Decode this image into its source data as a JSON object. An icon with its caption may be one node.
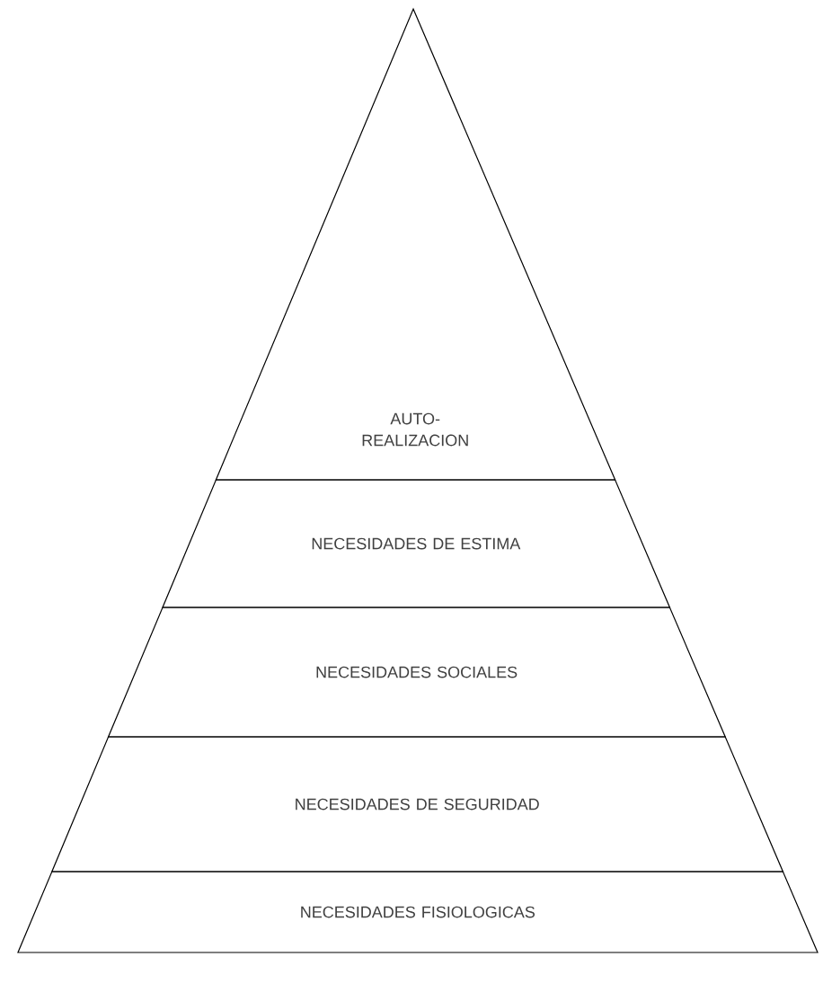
{
  "diagram": {
    "nodes": [
      {
        "text": [
          "AUTO- REALIZACION"
        ]
      },
      {
        "text": [
          "NECESIDADES DE ESTIMA"
        ]
      },
      {
        "text": [
          "NECESIDADES SOCIALES"
        ]
      },
      {
        "text": [
          "NECESIDADES DE SEGURIDAD"
        ]
      },
      {
        "text": [
          "NECESIDADES FISIOLOGICAS"
        ]
      }
    ]
  }
}
